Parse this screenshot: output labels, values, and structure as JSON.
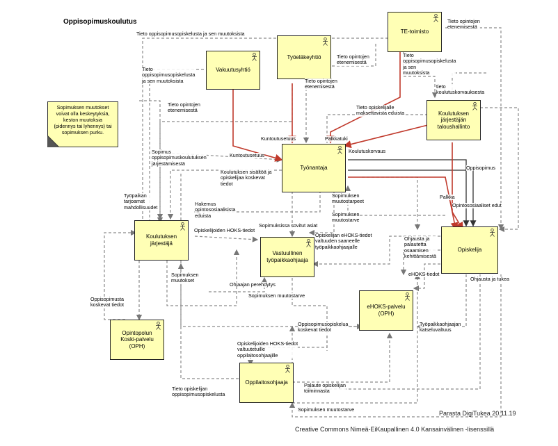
{
  "title": "Oppisopimuskoulutus",
  "note": "Sopimuksen muutokset\nvoivat olla keskeytyksiä,\nkeston muutoksia\n(pidennys tai lyhennys) tai\nsopimuksen purku.",
  "actors": {
    "vakuutusyhtio": "Vakuutusyhtiö",
    "tyoelakeyhtio": "Työeläkeyhtiö",
    "te_toimisto": "TE-toimisto",
    "talous": "Koulutuksen\njärjestäjän\ntaloushallinto",
    "tyonantaja": "Työnantaja",
    "koulutuksen_jarjestaja": "Koulutuksen\njärjestäjä",
    "vastuullinen": "Vastuullinen\ntyöpaikkaohjaaja",
    "opiskelija": "Opiskelija",
    "ehoks": "eHOKS-palvelu\n(OPH)",
    "koski": "Opintopolun\nKoski-palvelu\n(OPH)",
    "oppilaitosohjaaja": "Oppilaitosohjaaja"
  },
  "flows": [
    "Tieto oppisopimusopiskelusta ja sen muutoksista",
    "Tieto opintojen\netenemisestä",
    "Tieto\noppisopimusopiskelusta\nja sen muutoksista",
    "Tieto opintojen\netenemisestä",
    "Tieto\noppisopimusopiskelusta\nja sen\nmuutoksista",
    "Tieto opintojen\netenemisestä",
    "tieto\nkoulutuskorvauksesta",
    "Tieto opintojen\netenemisestä",
    "Tieto opiskelijalle\nmaksettavista eduista",
    "Kuntoutusetuus",
    "Palkkatuki",
    "Kuntoutusetuus",
    "Koulutuskorvaus",
    "Sopimus\noppisopimuskoulutuksen\njärjestämisestä",
    "Koulutuksen sisältöä ja\nopiskelijaa koskevat\ntiedot",
    "Oppisopimus",
    "Palkka",
    "Opintososiaaliset edut",
    "Työpaikan\ntarjoamat\nmahdollisuudet",
    "Hakemus\nopintososiaalisista\neduista",
    "Sopimuksen\nmuutostarpeet",
    "Sopimuksen\nmuutostarve",
    "Sopimuksissa sovitut asiat",
    "Opiskelijoiden HOKS-tiedot",
    "Opiskelijan eHOKS-tiedot\nvaltuuden saaneelle\ntyöpaikkaohjaajalle",
    "Ohjausta ja\npalautetta\nosaamisen\nkehittämisestä",
    "eHOKS-tiedot",
    "Ohjausta ja tukea",
    "Sopimuksen\nmuutokset",
    "Ohjaajan perehdytys",
    "Sopimuksen muutostarve",
    "Oppisopimusta\nkoskevat tiedot",
    "Oppisopimusopiskelua\nkoskevat tiedot",
    "Työpaikkaohjaajan\nkatseluvaltuus",
    "Opiskelijoiden HOKS-tiedot\nvaltuutetuille\noppilaitosohjaajille",
    "Palaute opiskelijan\ntoiminnasta",
    "Tieto opiskelijan\noppisopimusopiskelusta",
    "Sopimuksen muutostarve"
  ],
  "footer": {
    "credit": "Parasta DigiTukea 20.11.19",
    "license": "Creative Commons Nimeä-EiKaupallinen 4.0 Kansainvälinen -lisenssillä"
  },
  "colors": {
    "box_fill": "#ffffb5",
    "money_flow": "#c0392b",
    "info_flow": "#888888",
    "contract_flow": "#333333"
  }
}
